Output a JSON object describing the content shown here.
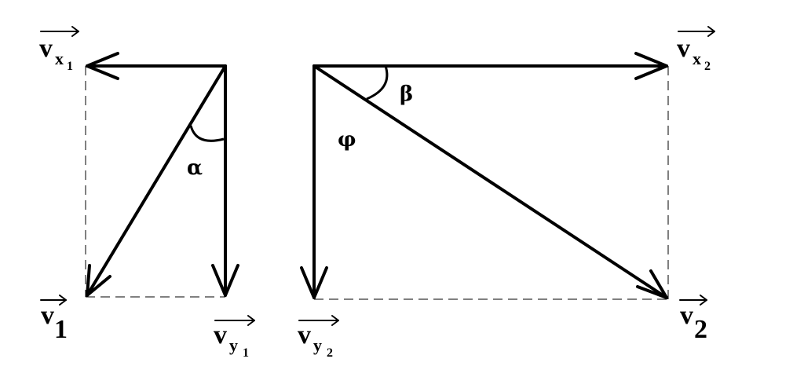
{
  "labels": {
    "vx1": {
      "main": "v",
      "sub": "x",
      "subsub": "1"
    },
    "v1": {
      "main": "v",
      "sub": "1"
    },
    "vy1": {
      "main": "v",
      "sub": "y",
      "subsub": "1"
    },
    "vx2": {
      "main": "v",
      "sub": "x",
      "subsub": "2"
    },
    "v2": {
      "main": "v",
      "sub": "2"
    },
    "vy2": {
      "main": "v",
      "sub": "y",
      "subsub": "2"
    }
  },
  "angles": {
    "alpha": "α",
    "beta": "β",
    "phi": "φ"
  }
}
